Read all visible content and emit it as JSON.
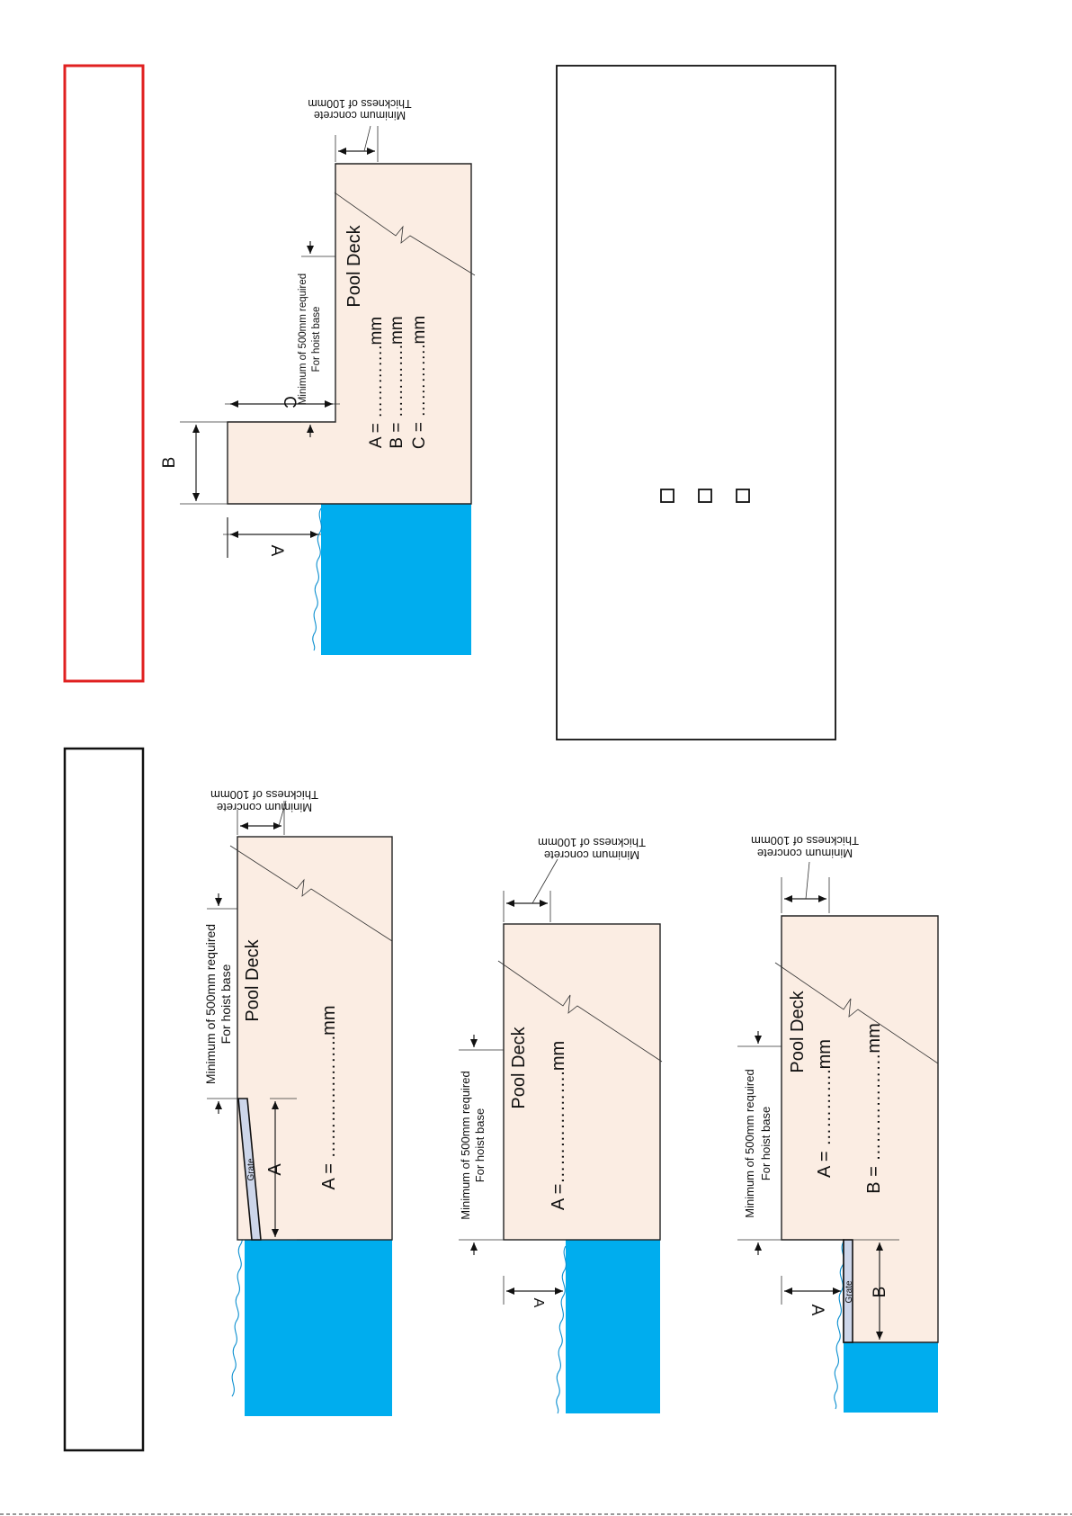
{
  "colors": {
    "deck_fill": "#fbede3",
    "water": "#00adee",
    "selection_border": "#e02020",
    "grate_fill": "#cdd6ea",
    "outline": "#222222"
  },
  "panel_selected": {
    "label_A": "A",
    "label_B": "B",
    "label_C": "C",
    "deck_label": "Pool Deck",
    "min_note_line1": "Minimum of 500mm required",
    "min_note_line2": "For hoist base",
    "thick_line1": "Minimum concrete",
    "thick_line2": "Thickness of 100mm",
    "field_a": "A = ………….mm",
    "field_b": "B = ………….mm",
    "field_c": "C = ………….mm"
  },
  "checkboxes": {
    "count": 3,
    "icon": "square-checkbox-icon"
  },
  "panel_grate": {
    "label_A": "A",
    "grate_label": "Grate",
    "deck_label": "Pool Deck",
    "min_note_line1": "Minimum of 500mm required",
    "min_note_line2": "For hoist base",
    "thick_line1": "Minimum concrete",
    "thick_line2": "Thickness of 100mm",
    "field_a": "A = ………….……..mm"
  },
  "panel_plain": {
    "label_A": "A",
    "deck_label": "Pool Deck",
    "min_note_line1": "Minimum of 500mm required",
    "min_note_line2": "For hoist base",
    "thick_line1": "Minimum concrete",
    "thick_line2": "Thickness of 100mm",
    "field_a": "A =……………….mm"
  },
  "panel_step": {
    "label_A": "A",
    "label_B": "B",
    "grate_label": "Grate",
    "deck_label": "Pool Deck",
    "min_note_line1": "Minimum of 500mm required",
    "min_note_line2": "For hoist base",
    "thick_line1": "Minimum concrete",
    "thick_line2": "Thickness of 100mm",
    "field_a": "A = ………….mm",
    "field_b": "B = ………………mm"
  }
}
